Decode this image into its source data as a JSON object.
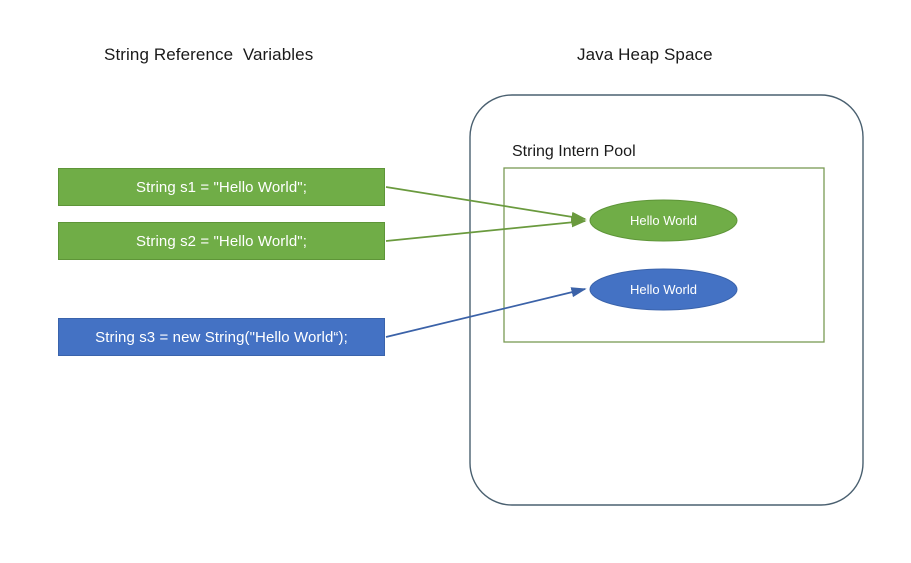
{
  "diagram": {
    "title_left": "String Reference  Variables",
    "title_right": "Java Heap Space",
    "pool_label": "String Intern Pool",
    "colors": {
      "green_fill": "#70AD47",
      "green_stroke": "#5e9538",
      "blue_fill": "#4472C4",
      "blue_stroke": "#3a63ab",
      "heap_border": "#4a6070",
      "pool_border": "#7a9a55",
      "text_white": "#ffffff",
      "text_dark": "#1a1a1a",
      "background": "#ffffff"
    }
  },
  "variables": [
    {
      "id": "s1",
      "code": "String s1 = \"Hello World\";",
      "color": "green"
    },
    {
      "id": "s2",
      "code": "String s2 = \"Hello World\";",
      "color": "green"
    },
    {
      "id": "s3",
      "code": "String s3 = new String(\"Hello World“);",
      "color": "blue"
    }
  ],
  "heap": {
    "objects": [
      {
        "id": "interned",
        "label": "Hello World",
        "color": "green"
      },
      {
        "id": "new-object",
        "label": "Hello World",
        "color": "blue"
      }
    ]
  },
  "references": [
    {
      "from": "s1",
      "to": "interned",
      "color": "green"
    },
    {
      "from": "s2",
      "to": "interned",
      "color": "green"
    },
    {
      "from": "s3",
      "to": "new-object",
      "color": "blue"
    }
  ]
}
